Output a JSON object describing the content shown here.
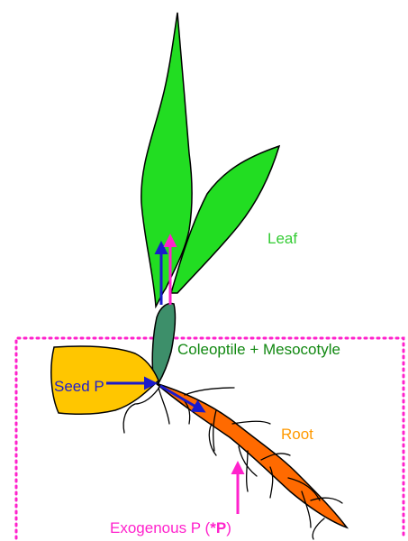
{
  "labels": {
    "leaf": "Leaf",
    "coleoptile": "Coleoptile + Mesocotyle",
    "seed": "Seed P",
    "root": "Root",
    "exogenous_prefix": "Exogenous P (",
    "exogenous_bold": "*P",
    "exogenous_suffix": ")"
  },
  "colors": {
    "leaf": "#22dd22",
    "leaf_text": "#33cc33",
    "coleoptile": "#3d8f6a",
    "coleoptile_text": "#118811",
    "seed": "#ffc600",
    "seed_text": "#1f1fcc",
    "root": "#ff6a00",
    "root_text": "#ff9900",
    "arrow_blue": "#1a1acc",
    "arrow_magenta": "#ff22cc",
    "outline": "#000000"
  }
}
